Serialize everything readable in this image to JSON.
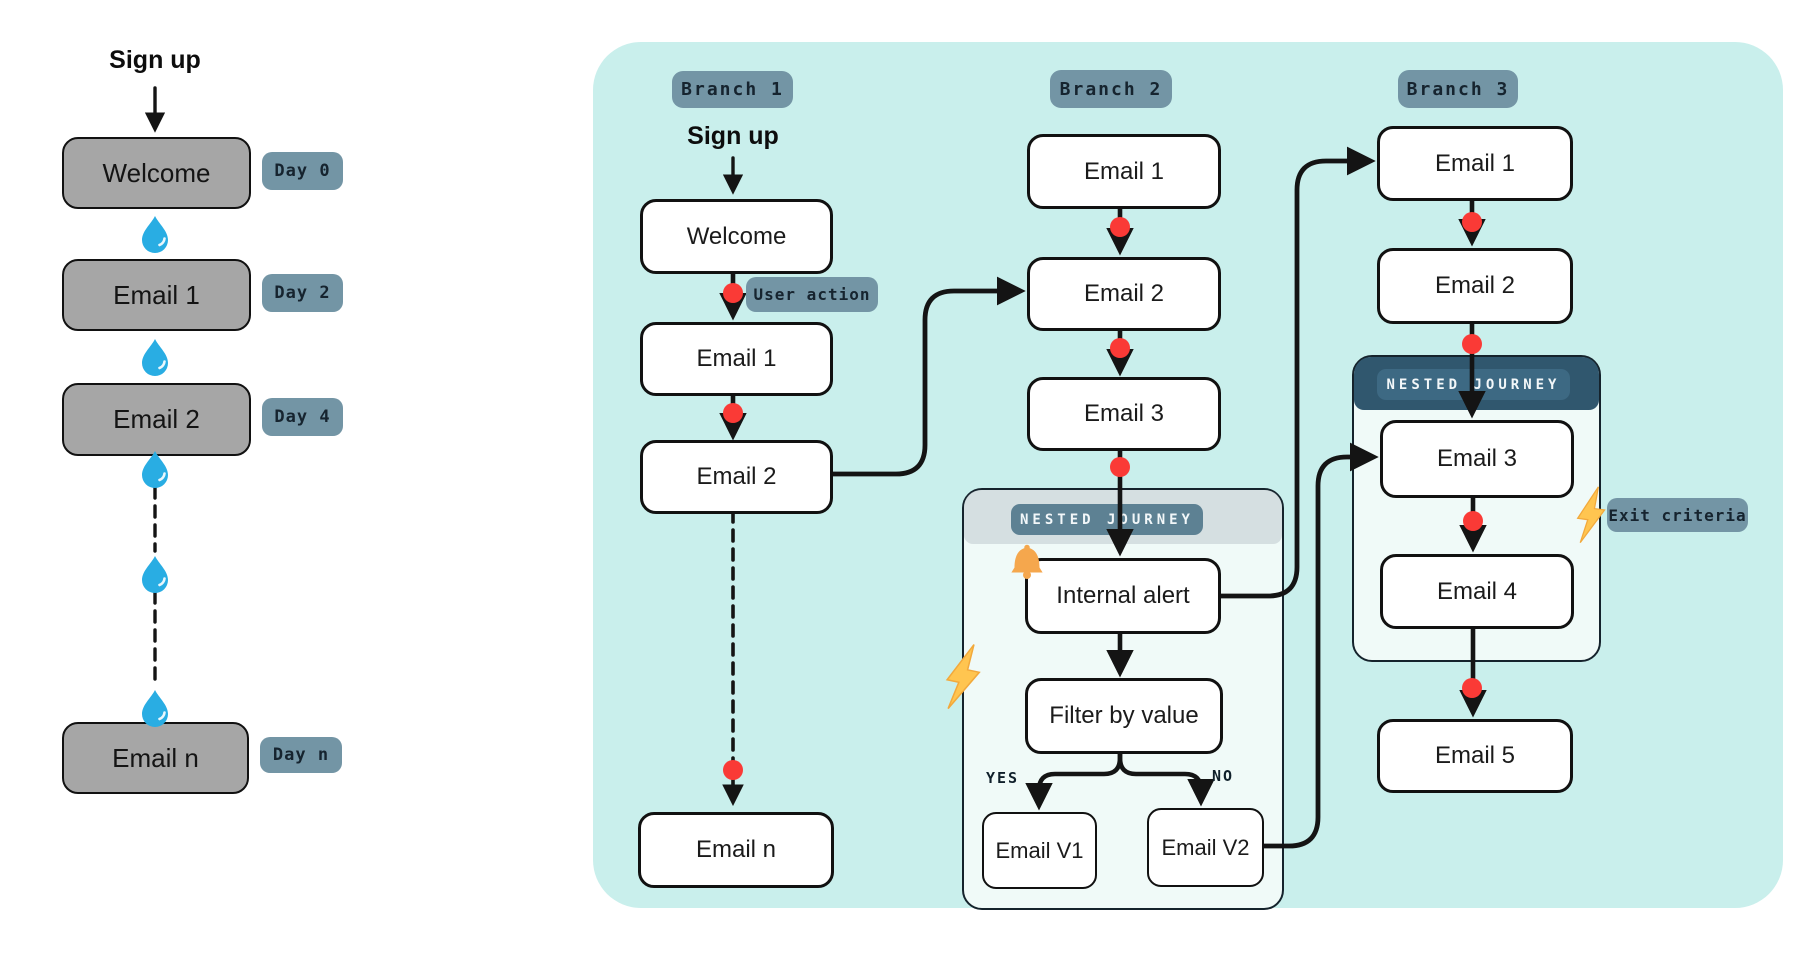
{
  "left_flow": {
    "trigger_label": "Sign up",
    "steps": [
      {
        "label": "Welcome",
        "badge": "Day 0"
      },
      {
        "label": "Email 1",
        "badge": "Day 2"
      },
      {
        "label": "Email 2",
        "badge": "Day 4"
      },
      {
        "label": "Email n",
        "badge": "Day n"
      }
    ]
  },
  "journey": {
    "branch1": {
      "badge": "Branch 1",
      "trigger_label": "Sign up",
      "user_action_label": "User action",
      "nodes": [
        "Welcome",
        "Email 1",
        "Email 2",
        "Email n"
      ]
    },
    "branch2": {
      "badge": "Branch 2",
      "nodes": [
        "Email 1",
        "Email 2",
        "Email 3"
      ],
      "nested": {
        "title": "NESTED JOURNEY",
        "alert_node": "Internal alert",
        "filter_node": "Filter by value",
        "yes_label": "YES",
        "no_label": "NO",
        "yes_node": "Email V1",
        "no_node": "Email V2"
      }
    },
    "branch3": {
      "badge": "Branch 3",
      "nodes": [
        "Email 1",
        "Email 2"
      ],
      "nested": {
        "title": "NESTED JOURNEY",
        "nodes": [
          "Email 3",
          "Email 4"
        ]
      },
      "final_node": "Email 5",
      "exit_label": "Exit criteria"
    }
  },
  "colors": {
    "panel_bg": "#c9efec",
    "badge_bg": "#7395a5",
    "nested_badge_bg": "#5d8193",
    "nested_header_dark": "#30576e",
    "grey_node_bg": "#a6a6a6",
    "wait_dot_red": "#fa3a36",
    "droplet_blue": "#29ade3",
    "bolt_yellow": "#ffc550",
    "line_black": "#141414"
  }
}
